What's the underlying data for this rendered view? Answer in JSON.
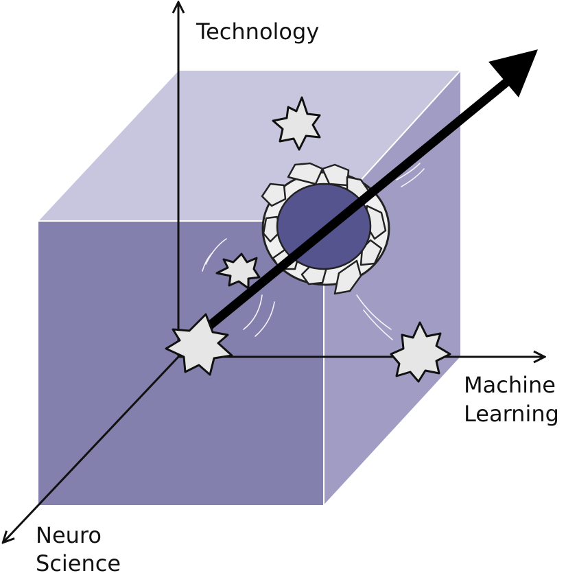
{
  "axes": {
    "technology": "Technology",
    "machine_learning_line1": "Machine",
    "machine_learning_line2": "Learning",
    "neuro_science_line1": "Neuro",
    "neuro_science_line2": "Science"
  },
  "colors": {
    "cube_top": "#c8c6df",
    "cube_front": "#8480ad",
    "cube_right": "#a09cc4",
    "hole": "#56548f",
    "burst_fill": "#e6e6e6",
    "arrow": "#000000"
  }
}
